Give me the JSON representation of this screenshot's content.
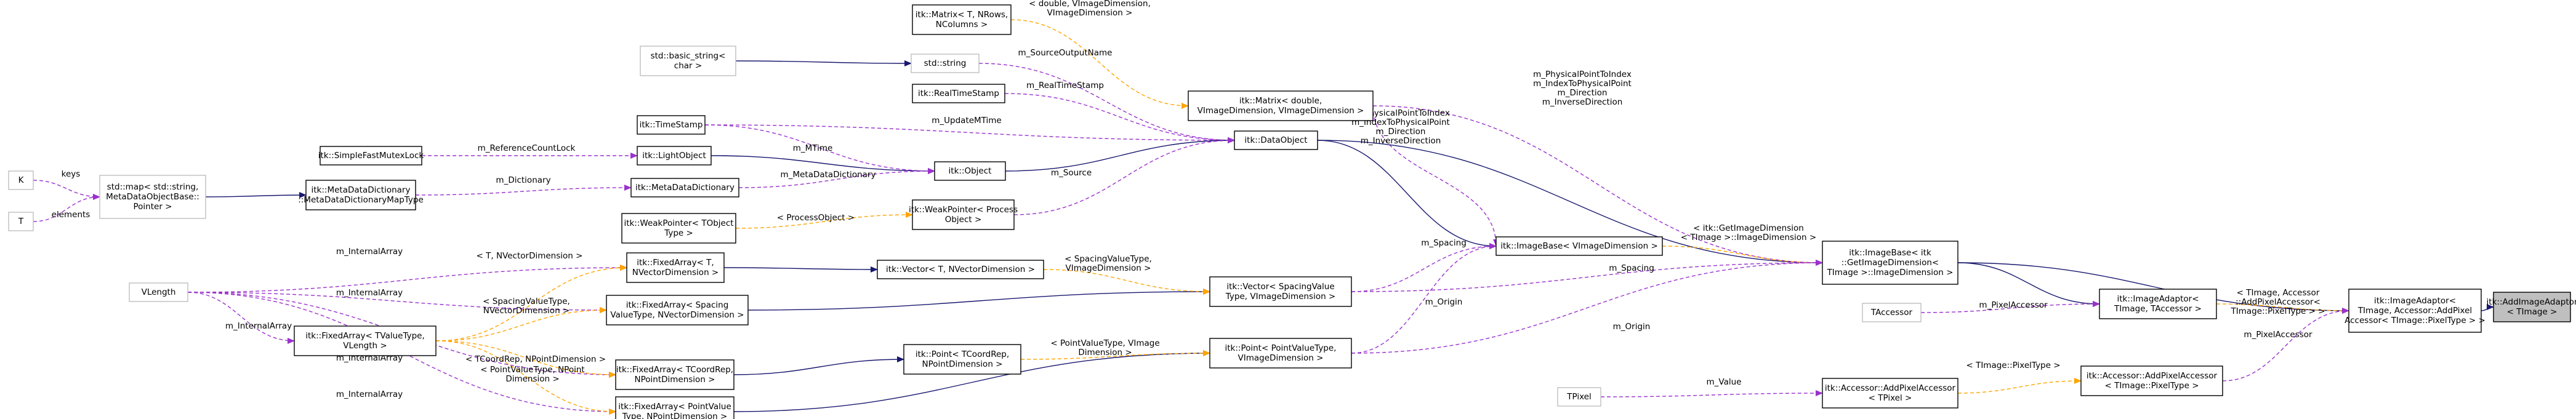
{
  "diagram": {
    "nodes": [
      {
        "id": "k",
        "lines": [
          "K"
        ],
        "style": "gray"
      },
      {
        "id": "t",
        "lines": [
          "T"
        ],
        "style": "gray"
      },
      {
        "id": "map",
        "lines": [
          "std::map< std::string,",
          "MetaDataObjectBase::",
          "Pointer >"
        ],
        "style": "gray"
      },
      {
        "id": "mddmap",
        "lines": [
          "itk::MetaDataDictionary",
          "::MetaDataDictionaryMapType"
        ]
      },
      {
        "id": "smfl",
        "lines": [
          "itk::SimpleFastMutexLock"
        ]
      },
      {
        "id": "lightobj",
        "lines": [
          "itk::LightObject"
        ]
      },
      {
        "id": "timestamp",
        "lines": [
          "itk::TimeStamp"
        ]
      },
      {
        "id": "mdd",
        "lines": [
          "itk::MetaDataDictionary"
        ]
      },
      {
        "id": "basicstring",
        "lines": [
          "std::basic_string<",
          "char >"
        ],
        "style": "gray"
      },
      {
        "id": "stdstring",
        "lines": [
          "std::string"
        ],
        "style": "gray"
      },
      {
        "id": "matrixT",
        "lines": [
          "itk::Matrix< T, NRows,",
          "NColumns >"
        ]
      },
      {
        "id": "realtimestamp",
        "lines": [
          "itk::RealTimeStamp"
        ]
      },
      {
        "id": "object",
        "lines": [
          "itk::Object"
        ]
      },
      {
        "id": "matrixD",
        "lines": [
          "itk::Matrix< double,",
          "VImageDimension, VImageDimension >"
        ]
      },
      {
        "id": "dataobject",
        "lines": [
          "itk::DataObject"
        ]
      },
      {
        "id": "wpT",
        "lines": [
          "itk::WeakPointer< TObject",
          "Type >"
        ]
      },
      {
        "id": "wpP",
        "lines": [
          "itk::WeakPointer< Process",
          "Object >"
        ]
      },
      {
        "id": "vlength",
        "lines": [
          "VLength"
        ],
        "style": "gray"
      },
      {
        "id": "faT",
        "lines": [
          "itk::FixedArray< T,",
          "NVectorDimension >"
        ]
      },
      {
        "id": "vecT",
        "lines": [
          "itk::Vector< T, NVectorDimension >"
        ]
      },
      {
        "id": "faS",
        "lines": [
          "itk::FixedArray< Spacing",
          "ValueType, NVectorDimension >"
        ]
      },
      {
        "id": "faTV",
        "lines": [
          "itk::FixedArray< TValueType,",
          "VLength >"
        ]
      },
      {
        "id": "faC",
        "lines": [
          "itk::FixedArray< TCoordRep,",
          "NPointDimension >"
        ]
      },
      {
        "id": "faP",
        "lines": [
          "itk::FixedArray< PointValue",
          "Type, NPointDimension >"
        ]
      },
      {
        "id": "pointC",
        "lines": [
          "itk::Point< TCoordRep,",
          "NPointDimension >"
        ]
      },
      {
        "id": "vecS",
        "lines": [
          "itk::Vector< SpacingValue",
          "Type, VImageDimension >"
        ]
      },
      {
        "id": "pointP",
        "lines": [
          "itk::Point< PointValueType,",
          "VImageDimension >"
        ]
      },
      {
        "id": "imgbaseV",
        "lines": [
          "itk::ImageBase< VImageDimension >"
        ]
      },
      {
        "id": "imgbaseG",
        "lines": [
          "itk::ImageBase< itk",
          "::GetImageDimension<",
          "TImage >::ImageDimension >"
        ]
      },
      {
        "id": "taccessor",
        "lines": [
          "TAccessor"
        ],
        "style": "gray"
      },
      {
        "id": "tpixel",
        "lines": [
          "TPixel"
        ],
        "style": "gray"
      },
      {
        "id": "apa",
        "lines": [
          "itk::Accessor::AddPixelAccessor",
          "< TPixel >"
        ]
      },
      {
        "id": "imgadT",
        "lines": [
          "itk::ImageAdaptor<",
          "TImage, TAccessor >"
        ]
      },
      {
        "id": "apaI",
        "lines": [
          "itk::Accessor::AddPixelAccessor",
          "< TImage::PixelType >"
        ]
      },
      {
        "id": "imgadA",
        "lines": [
          "itk::ImageAdaptor<",
          "TImage, Accessor::AddPixel",
          "Accessor< TImage::PixelType > >"
        ]
      },
      {
        "id": "addimg",
        "lines": [
          "itk::AddImageAdaptor",
          "< TImage >"
        ],
        "style": "focus"
      }
    ],
    "edges": [
      {
        "from": "k",
        "to": "map",
        "kind": "member",
        "label": [
          "keys"
        ]
      },
      {
        "from": "t",
        "to": "map",
        "kind": "member",
        "label": [
          "elements"
        ]
      },
      {
        "from": "map",
        "to": "mddmap",
        "kind": "inherit",
        "label": []
      },
      {
        "from": "mddmap",
        "to": "mdd",
        "kind": "member",
        "label": [
          "m_Dictionary"
        ]
      },
      {
        "from": "smfl",
        "to": "lightobj",
        "kind": "member",
        "label": [
          "m_ReferenceCountLock"
        ]
      },
      {
        "from": "lightobj",
        "to": "object",
        "kind": "inherit",
        "label": []
      },
      {
        "from": "timestamp",
        "to": "object",
        "kind": "member",
        "label": [
          "m_MTime"
        ]
      },
      {
        "from": "mdd",
        "to": "object",
        "kind": "member",
        "label": [
          "m_MetaDataDictionary"
        ]
      },
      {
        "from": "basicstring",
        "to": "stdstring",
        "kind": "inherit",
        "label": []
      },
      {
        "from": "stdstring",
        "to": "dataobject",
        "kind": "member",
        "label": [
          "m_SourceOutputName"
        ]
      },
      {
        "from": "realtimestamp",
        "to": "dataobject",
        "kind": "member",
        "label": [
          "m_RealTimeStamp"
        ]
      },
      {
        "from": "timestamp",
        "to": "dataobject",
        "kind": "member",
        "label": [
          "m_UpdateMTime"
        ]
      },
      {
        "from": "object",
        "to": "dataobject",
        "kind": "inherit",
        "label": []
      },
      {
        "from": "matrixT",
        "to": "matrixD",
        "kind": "template",
        "label": [
          "< double, VImageDimension,",
          "VImageDimension >"
        ]
      },
      {
        "from": "wpT",
        "to": "wpP",
        "kind": "template",
        "label": [
          "< ProcessObject >"
        ]
      },
      {
        "from": "wpP",
        "to": "dataobject",
        "kind": "member",
        "label": [
          "m_Source"
        ]
      },
      {
        "from": "dataobject",
        "to": "imgbaseV",
        "kind": "inherit",
        "label": []
      },
      {
        "from": "matrixD",
        "to": "imgbaseV",
        "kind": "member",
        "label": [
          "m_PhysicalPointToIndex",
          "m_IndexToPhysicalPoint",
          "m_Direction",
          "m_InverseDirection"
        ]
      },
      {
        "from": "dataobject",
        "to": "imgbaseG",
        "kind": "inherit",
        "label": []
      },
      {
        "from": "matrixD",
        "to": "imgbaseG",
        "kind": "member",
        "label": [
          "m_PhysicalPointToIndex",
          "m_IndexToPhysicalPoint",
          "m_Direction",
          "m_InverseDirection"
        ]
      },
      {
        "from": "vlength",
        "to": "faT",
        "kind": "member",
        "label": [
          "m_InternalArray"
        ]
      },
      {
        "from": "faT",
        "to": "vecT",
        "kind": "inherit",
        "label": []
      },
      {
        "from": "faTV",
        "to": "faT",
        "kind": "template",
        "label": [
          "< T, NVectorDimension >"
        ]
      },
      {
        "from": "vlength",
        "to": "faS",
        "kind": "member",
        "label": [
          "m_InternalArray"
        ]
      },
      {
        "from": "faTV",
        "to": "faS",
        "kind": "template",
        "label": [
          "< SpacingValueType,",
          "NVectorDimension >"
        ]
      },
      {
        "from": "vlength",
        "to": "faTV",
        "kind": "member",
        "label": [
          "m_InternalArray"
        ]
      },
      {
        "from": "vlength",
        "to": "faC",
        "kind": "member",
        "label": [
          "m_InternalArray"
        ]
      },
      {
        "from": "faTV",
        "to": "faC",
        "kind": "template",
        "label": [
          "< TCoordRep, NPointDimension >"
        ]
      },
      {
        "from": "vlength",
        "to": "faP",
        "kind": "member",
        "label": [
          "m_InternalArray"
        ]
      },
      {
        "from": "faTV",
        "to": "faP",
        "kind": "template",
        "label": [
          "< PointValueType, NPoint",
          "Dimension >"
        ]
      },
      {
        "from": "faS",
        "to": "vecS",
        "kind": "inherit",
        "label": []
      },
      {
        "from": "vecT",
        "to": "vecS",
        "kind": "template",
        "label": [
          "< SpacingValueType,",
          "VImageDimension >"
        ]
      },
      {
        "from": "faC",
        "to": "pointC",
        "kind": "inherit",
        "label": []
      },
      {
        "from": "faP",
        "to": "pointP",
        "kind": "inherit",
        "label": []
      },
      {
        "from": "pointC",
        "to": "pointP",
        "kind": "template",
        "label": [
          "< PointValueType, VImage",
          "Dimension >"
        ]
      },
      {
        "from": "vecS",
        "to": "imgbaseV",
        "kind": "member",
        "label": [
          "m_Spacing"
        ]
      },
      {
        "from": "pointP",
        "to": "imgbaseV",
        "kind": "member",
        "label": [
          "m_Origin"
        ]
      },
      {
        "from": "imgbaseV",
        "to": "imgbaseG",
        "kind": "template",
        "label": [
          "< itk::GetImageDimension",
          "< TImage >::ImageDimension >"
        ]
      },
      {
        "from": "vecS",
        "to": "imgbaseG",
        "kind": "member",
        "label": [
          "m_Spacing"
        ]
      },
      {
        "from": "pointP",
        "to": "imgbaseG",
        "kind": "member",
        "label": [
          "m_Origin"
        ]
      },
      {
        "from": "imgbaseG",
        "to": "imgadT",
        "kind": "inherit",
        "label": []
      },
      {
        "from": "taccessor",
        "to": "imgadT",
        "kind": "member",
        "label": [
          "m_PixelAccessor"
        ]
      },
      {
        "from": "tpixel",
        "to": "apa",
        "kind": "member",
        "label": [
          "m_Value"
        ]
      },
      {
        "from": "apa",
        "to": "apaI",
        "kind": "template",
        "label": [
          "< TImage::PixelType >"
        ]
      },
      {
        "from": "imgbaseG",
        "to": "imgadA",
        "kind": "inherit",
        "label": []
      },
      {
        "from": "imgadT",
        "to": "imgadA",
        "kind": "template",
        "label": [
          "< TImage, Accessor",
          "::AddPixelAccessor<",
          "TImage::PixelType > >"
        ]
      },
      {
        "from": "apaI",
        "to": "imgadA",
        "kind": "member",
        "label": [
          "m_PixelAccessor"
        ]
      },
      {
        "from": "imgadA",
        "to": "addimg",
        "kind": "inherit",
        "label": []
      }
    ]
  }
}
